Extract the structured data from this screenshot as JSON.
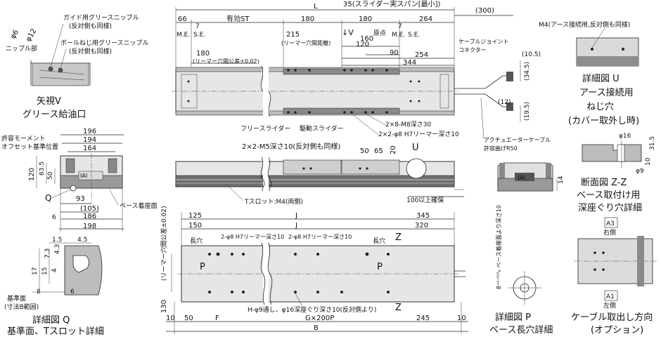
{
  "top_dims": {
    "L": "L",
    "d66": "66",
    "eff_st": "有効ST",
    "d180a": "180",
    "d180b": "180",
    "d264": "264",
    "span_label": "35(スライダー実スパン[最小])",
    "d300": "(300)",
    "me_left": "M.E.",
    "se_left": "S.E.",
    "d7_left": "7",
    "d215": "215",
    "reamer_pitch": "(リーマー穴間距離)",
    "v_arrow": "↓V",
    "d160": "160",
    "origin": "原点",
    "d7_right": "7",
    "me_right": "M.E.",
    "se_right": "S.E.",
    "d120": "120",
    "d90": "90",
    "d254": "254",
    "d344": "344",
    "d180_tol": "180",
    "reamer_tol": "(リーマー穴間公差±0.02)",
    "cable_joint": "ケーブルジョイント",
    "connector": "コネクター",
    "d10_5": "(10.5)",
    "d34_5": "(34.5)",
    "d12": "(12)",
    "d19_5": "(19.5)"
  },
  "top_notes": {
    "free_slider": "フリースライダー",
    "drive_slider": "駆動スライダー",
    "tap_m8": "2×8-M8深さ30",
    "reamer_phi8": "2×2-φ8 H7リーマー深さ10",
    "actuator_cable": "アクチュエーターケーブル",
    "bend_radius": "許容曲げR50"
  },
  "view_v": {
    "phi6": "φ6",
    "phi12": "φ12",
    "nipple_label": "ニップル部",
    "guide_nipple": "ガイド用グリースニップル",
    "guide_same": "(反対側も同様)",
    "ball_nipple": "ボールねじ用グリースニップル",
    "ball_same": "(反対側も同様)",
    "title": "矢視V",
    "subtitle": "グリース給油口"
  },
  "end_view": {
    "moment_ref1": "許容モーメント",
    "moment_ref2": "オフセット基準位置",
    "d196": "196",
    "d194": "194",
    "d164": "164",
    "d120": "120",
    "d63_5": "63.5",
    "d50": "50",
    "label_q": "Q",
    "d93": "93",
    "d105": "(105)",
    "d6": "6",
    "d186": "186",
    "d198": "198",
    "base_surface": "ベース着座面"
  },
  "side_view": {
    "m5_note": "2×2-M5深さ10(反対側も同様)",
    "d50": "50",
    "d65": "65",
    "d20": "20",
    "label_u": "U",
    "tslot": "Tスロット:M4(両側)",
    "clearance": "100以上確保"
  },
  "bottom_view": {
    "d125": "125",
    "d150": "150",
    "J_top": "J",
    "J_inner": "J",
    "d345": "345",
    "d320": "320",
    "reamer_a": "2-φ8 H7リーマー深さ10",
    "reamer_b": "2-φ8 H7リーマー深さ10",
    "long_hole_l": "長穴",
    "long_hole_r": "長穴",
    "label_z_top": "Z",
    "label_z_bot": "Z",
    "label_p_l": "P",
    "label_p_r": "P",
    "d130": "130",
    "tol_vert": "(リーマー穴間公差±0.02)",
    "holes_note": "H-φ9通し、φ16深座ぐり深さ10(反対側より)",
    "d10_l": "10",
    "d50": "50",
    "F": "F",
    "G": "G×200P",
    "d245": "245",
    "d10_r": "10",
    "B": "B"
  },
  "detail_q": {
    "d1_5": "1.5",
    "d4_5": "4.5",
    "d7_3": "7.3",
    "d4_3": "4.3",
    "d17": "17",
    "d15": "15",
    "d4": "4",
    "d8": "8",
    "d6": "6",
    "ref_face": "基準面",
    "ref_range": "(寸法B範囲)",
    "title": "詳細図 Q",
    "subtitle": "基準面、Tスロット詳細"
  },
  "detail_p": {
    "depth_note": "8⁺⁰·⁰¹⁵₀ ベース着座面より深さ10",
    "d14": "14",
    "title": "詳細図 P",
    "subtitle": "ベース長穴詳細",
    "badge": "IAI"
  },
  "detail_u": {
    "m4_note": "M4(アース接続用,反対側も同様)",
    "title": "詳細図 U",
    "sub1": "アース接続用",
    "sub2": "ねじ穴",
    "sub3": "(カバー取外し時)"
  },
  "detail_zz": {
    "phi16": "φ16",
    "phi9": "φ9",
    "d31_5": "31.5",
    "d10": "10",
    "title": "断面図 Z-Z",
    "sub1": "ベース取付け用",
    "sub2": "深座ぐり穴詳細"
  },
  "cable_option": {
    "a3": "A3",
    "a3_side": "右側",
    "a1": "A1",
    "a1_side": "左側",
    "title": "ケーブル取出し方向",
    "subtitle": "(オプション)"
  }
}
